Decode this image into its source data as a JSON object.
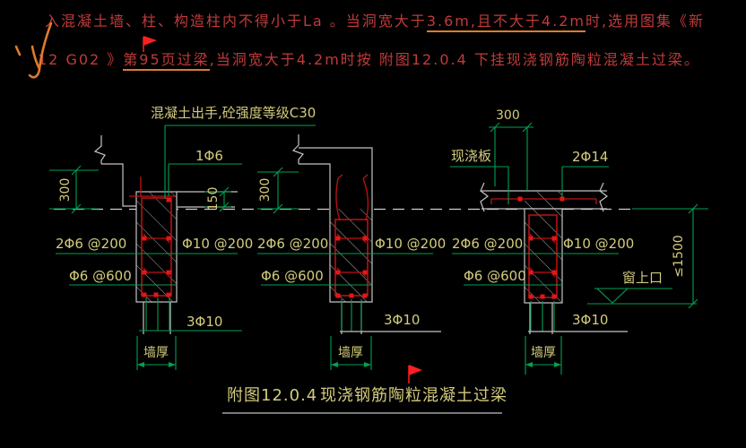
{
  "colors": {
    "background": "#000000",
    "line_green": "#00a152",
    "line_gray": "#c4c4c4",
    "beam_red": "#c11212",
    "rebar_red": "#e51616",
    "label_yellow": "#d3cb7d",
    "note_red": "#c23a3a",
    "highlight_orange": "#de7b2b",
    "flag_red": "#ff1f1f"
  },
  "header": {
    "line1_pre": "入混凝土墙、柱、构造柱内不得小于La 。当洞宽大于",
    "line1_underline": "3.6m,且不大于4.2m",
    "line1_post": "时,选用图集《新",
    "line2_pre": "12 G02 》",
    "line2_underline": "第95页过梁",
    "line2_post": ",当洞宽大于4.2m时按 附图12.0.4  下挂现浇钢筋陶粒混凝土过梁。"
  },
  "note": {
    "text": "混凝土出手,砼强度等级C30"
  },
  "caption": {
    "figure_no": "附图12.0.4",
    "title": "现浇钢筋陶粒混凝土过梁"
  },
  "details": {
    "d1": {
      "dim_height": "300",
      "slab_thickness": "150",
      "top_bar": "1Φ6",
      "side_bar": "2Φ6 @200",
      "tie_bar": "Φ6 @600",
      "mid_bar": "Φ10 @200",
      "bottom_bar": "3Φ10",
      "wall_label": "墙厚"
    },
    "d2": {
      "dim_height": "300",
      "side_bar": "2Φ6 @200",
      "tie_bar": "Φ6 @600",
      "mid_bar": "Φ10 @200",
      "bottom_bar": "3Φ10",
      "wall_label": "墙厚"
    },
    "d3": {
      "bearing_length": "300",
      "slab_label": "现浇板",
      "slab_bar": "2Φ14",
      "side_bar": "2Φ6 @200",
      "tie_bar": "Φ6 @600",
      "mid_bar": "Φ10 @200",
      "bottom_bar": "3Φ10",
      "wall_label": "墙厚",
      "window_label": "窗上口",
      "height_limit": "≤1500"
    }
  }
}
